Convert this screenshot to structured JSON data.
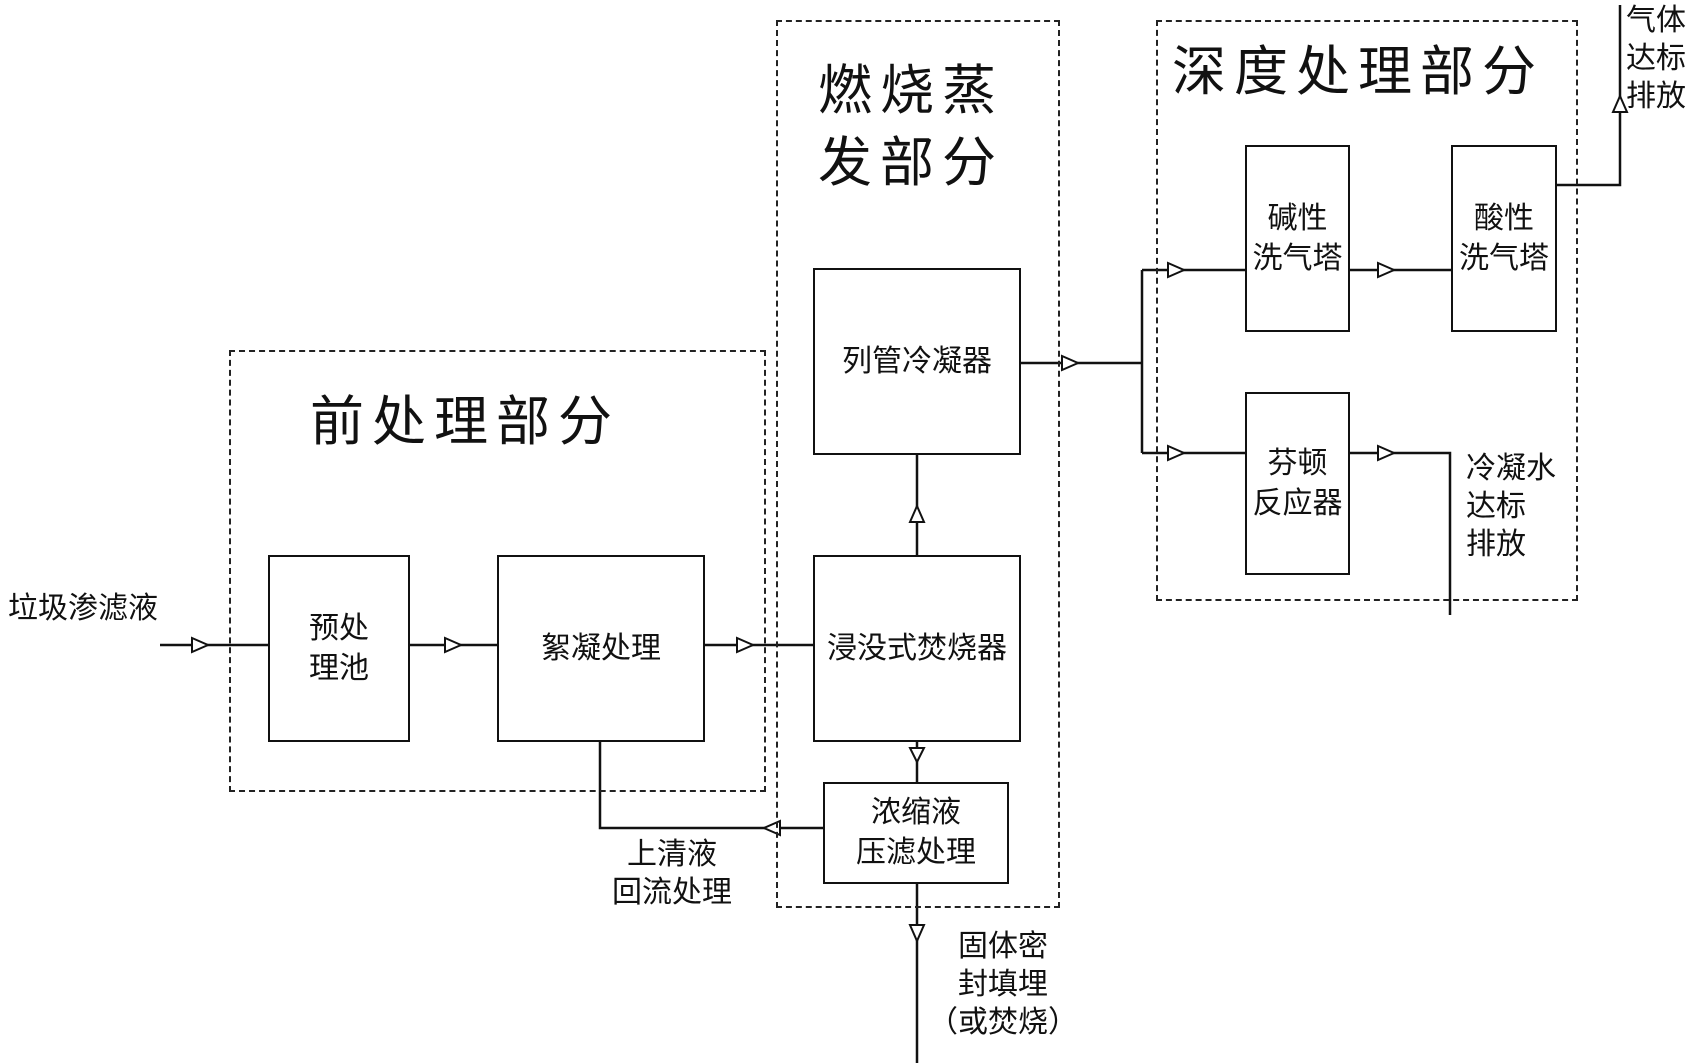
{
  "regions": {
    "pre": "前处理部分",
    "burn": "燃烧蒸\n发部分",
    "deep": "深度处理部分"
  },
  "boxes": {
    "pretreat": "预处\n理池",
    "floc": "絮凝处理",
    "condenser": "列管冷凝器",
    "burner": "浸没式焚烧器",
    "concentrate": "浓缩液\n压滤处理",
    "alkali": "碱性\n洗气塔",
    "acid": "酸性\n洗气塔",
    "fenton": "芬顿\n反应器"
  },
  "labels": {
    "input": "垃圾渗滤液",
    "supernatant": "上清液\n回流处理",
    "solid": "固体密\n封填埋\n（或焚烧）",
    "gas": "气体\n达标\n排放",
    "water": "冷凝水\n达标\n排放"
  },
  "colors": {
    "line": "#111111",
    "background": "#ffffff"
  }
}
